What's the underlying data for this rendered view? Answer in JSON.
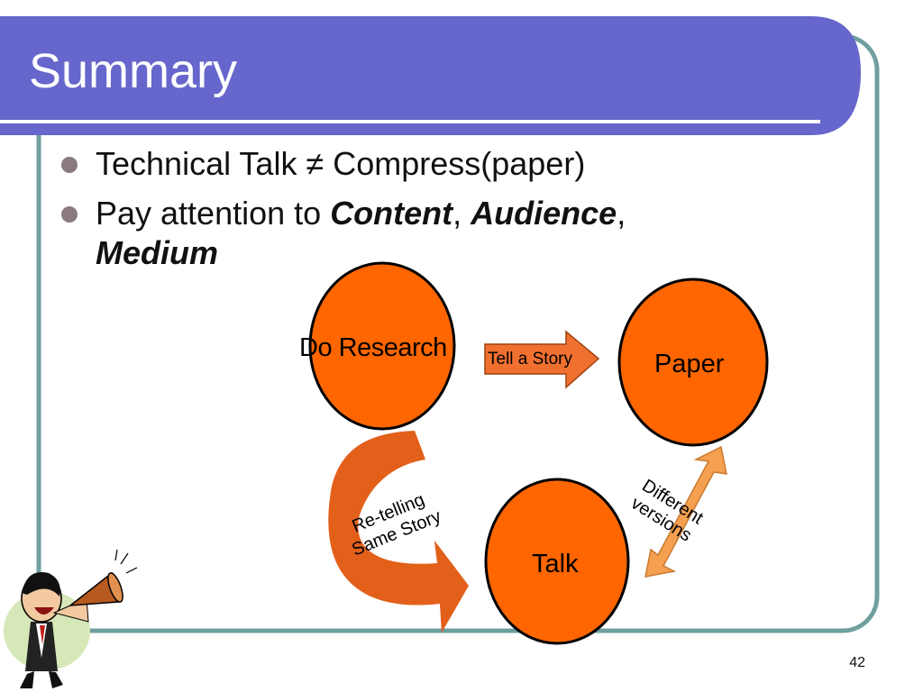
{
  "slide": {
    "title": "Summary",
    "bullets": [
      {
        "text": "Technical Talk ≠ Compress(paper)"
      },
      {
        "prefix": "Pay attention to ",
        "emph1": "Content",
        "sep1": ", ",
        "emph2": "Audience",
        "sep2": ",",
        "emph3": "Medium"
      }
    ],
    "page_number": "42"
  },
  "diagram": {
    "nodes": {
      "research": "Do Research",
      "paper": "Paper",
      "talk": "Talk"
    },
    "arrows": {
      "story": "Tell a Story",
      "retell_line1": "Re-telling",
      "retell_line2": "Same Story",
      "versions_line1": "Different",
      "versions_line2": "versions"
    }
  },
  "colors": {
    "title_bar": "#6666cc",
    "frame": "#6f9f9f",
    "node_fill": "#ff6600",
    "arrow_fill": "#f07030",
    "curved_arrow": "#c04000",
    "double_arrow": "#f5a050",
    "bullet": "#8a7a80"
  }
}
